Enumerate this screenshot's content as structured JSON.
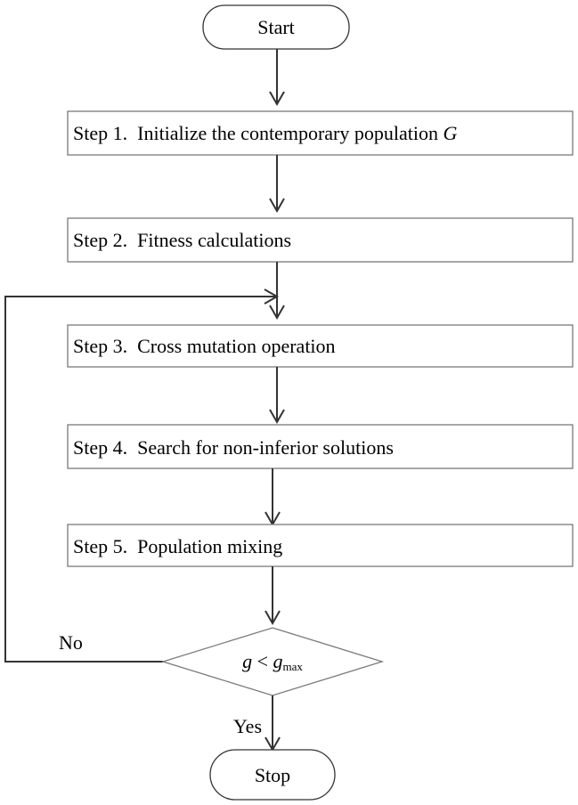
{
  "start": {
    "label": "Start"
  },
  "steps": [
    {
      "prefix": "Step 1.",
      "text": "Initialize the contemporary population ",
      "var": "G"
    },
    {
      "prefix": "Step 2.",
      "text": "Fitness calculations"
    },
    {
      "prefix": "Step 3.",
      "text": "Cross mutation operation"
    },
    {
      "prefix": "Step 4.",
      "text": "Search for non-inferior solutions"
    },
    {
      "prefix": "Step 5.",
      "text": "Population mixing"
    }
  ],
  "decision": {
    "var": "g",
    "op": " < ",
    "bound": "g",
    "bound_sub": "max"
  },
  "edges": {
    "no_label": "No",
    "yes_label": "Yes"
  },
  "stop": {
    "label": "Stop"
  }
}
